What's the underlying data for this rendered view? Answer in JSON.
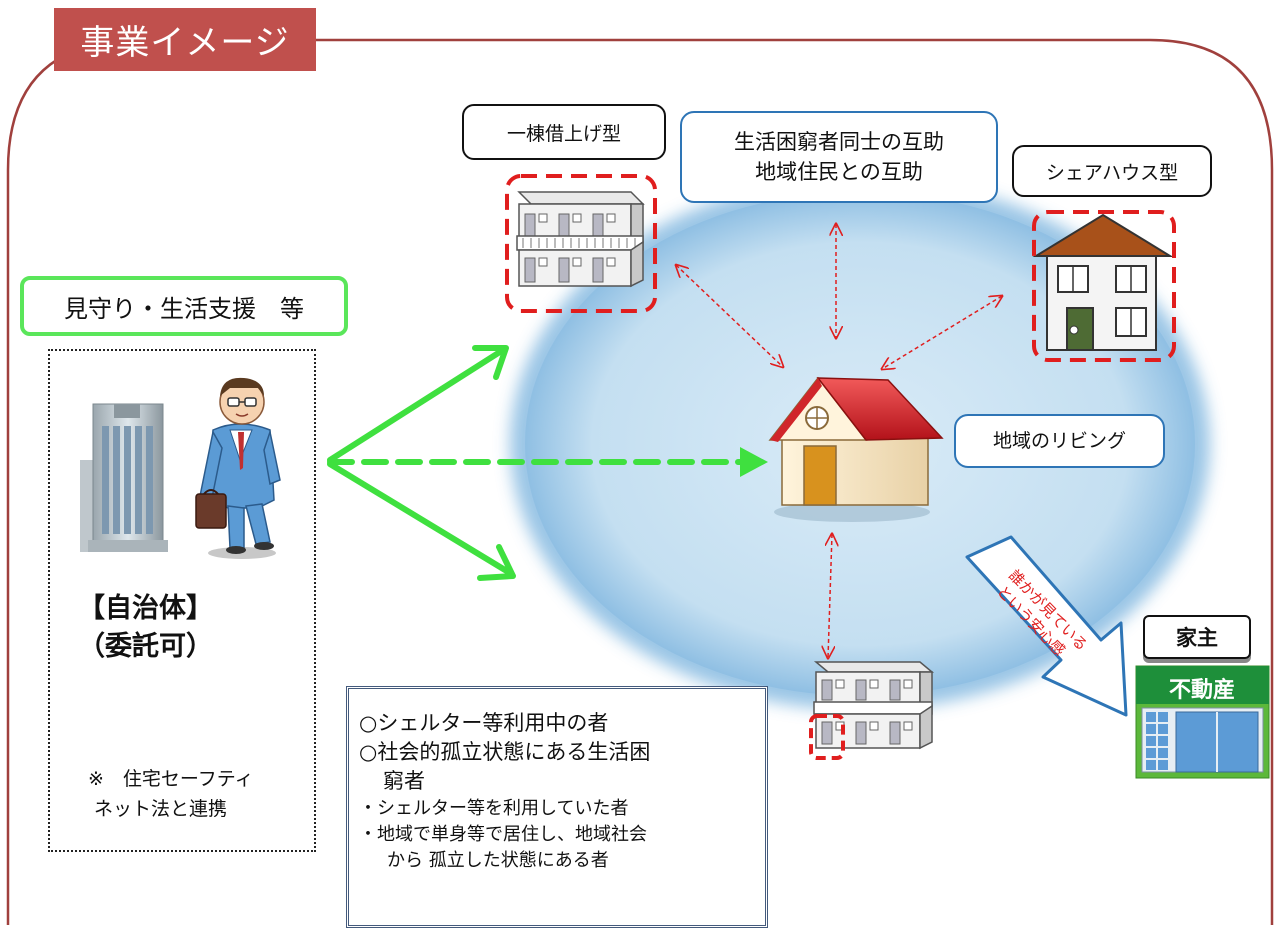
{
  "title": "事業イメージ",
  "labels": {
    "whole_building": "一棟借上げ型",
    "mutual_aid_line1": "生活困窮者同士の互助",
    "mutual_aid_line2": "地域住民との互助",
    "share_house": "シェアハウス型",
    "support": "見守り・生活支援　等",
    "local_living": "地域のリビング"
  },
  "municipality": {
    "name_line1": "【自治体】",
    "name_line2": "（委託可）",
    "note_line1": "※　住宅セーフティ",
    "note_line2": "ネット法と連携"
  },
  "landlord": {
    "label": "家主",
    "sign": "不動産"
  },
  "arrow_callout": {
    "line1": "誰かが見ている",
    "line2": "という安心感"
  },
  "targets": {
    "item1": "○シェルター等利用中の者",
    "item2_line1": "○社会的孤立状態にある生活困",
    "item2_line2": "窮者",
    "sub1": "・シェルター等を利用していた者",
    "sub2_line1": "・地域で単身等で居住し、地域社会",
    "sub2_line2": "から 孤立した状態にある者"
  },
  "colors": {
    "title_bg": "#c0504d",
    "frame": "#a0403d",
    "green_arrow": "#3fe03f",
    "dashed_red": "#e01e1e",
    "blue_border": "#2e75b6",
    "blue_ellipse": "#bfdcef"
  }
}
